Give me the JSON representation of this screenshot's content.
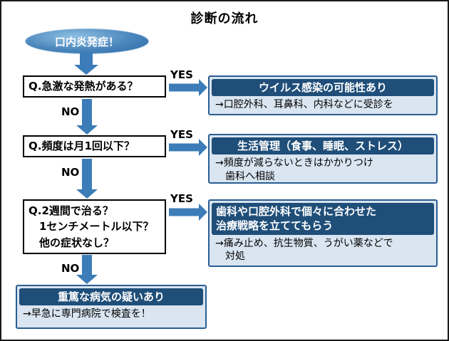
{
  "title": "診断の流れ",
  "start": {
    "label": "口内炎発症！"
  },
  "steps": [
    {
      "question": "Q.急激な発熱がある？",
      "yes": "YES",
      "no": "NO",
      "result_header": "ウイルス感染の可能性あり",
      "result_body": "→口腔外科、耳鼻科、内科などに受診を"
    },
    {
      "question": "Q.頻度は月1回以下？",
      "yes": "YES",
      "no": "NO",
      "result_header": "生活管理（食事、睡眠、ストレス）",
      "result_body": "→頻度が減らないときはかかりつけ\n　歯科へ相談"
    },
    {
      "question": "Q.2週間で治る？\n　1センチメートル以下？\n　他の症状なし？",
      "yes": "YES",
      "no": "NO",
      "result_header": "歯科や口腔外科で個々に合わせた\n治療戦略を立ててもらう",
      "result_body": "→痛み止め、抗生物質、うがい薬などで\n　対処"
    }
  ],
  "final": {
    "header": "重篤な病気の疑いあり",
    "body": "→早急に専門病院で検査を！"
  },
  "colors": {
    "arrow": "#3c7cb8",
    "header_bg": "#1f4e79",
    "panel_bg": "#d9e5f1",
    "panel_border": "#2a5d92"
  }
}
